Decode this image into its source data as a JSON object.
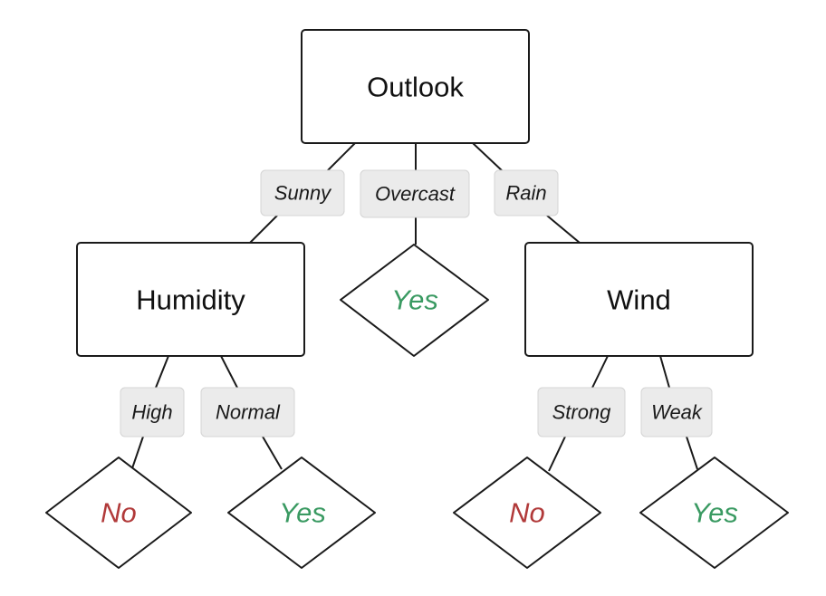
{
  "colors": {
    "yes": "#3a9a62",
    "no": "#b13a3a",
    "text": "#111111"
  },
  "nodes": {
    "outlook": {
      "label": "Outlook"
    },
    "humidity": {
      "label": "Humidity"
    },
    "wind": {
      "label": "Wind"
    }
  },
  "branches": {
    "sunny": "Sunny",
    "overcast": "Overcast",
    "rain": "Rain",
    "high": "High",
    "normal": "Normal",
    "strong": "Strong",
    "weak": "Weak"
  },
  "leaves": {
    "overcast_yes": {
      "label": "Yes",
      "outcome": "yes"
    },
    "high_no": {
      "label": "No",
      "outcome": "no"
    },
    "normal_yes": {
      "label": "Yes",
      "outcome": "yes"
    },
    "strong_no": {
      "label": "No",
      "outcome": "no"
    },
    "weak_yes": {
      "label": "Yes",
      "outcome": "yes"
    }
  }
}
